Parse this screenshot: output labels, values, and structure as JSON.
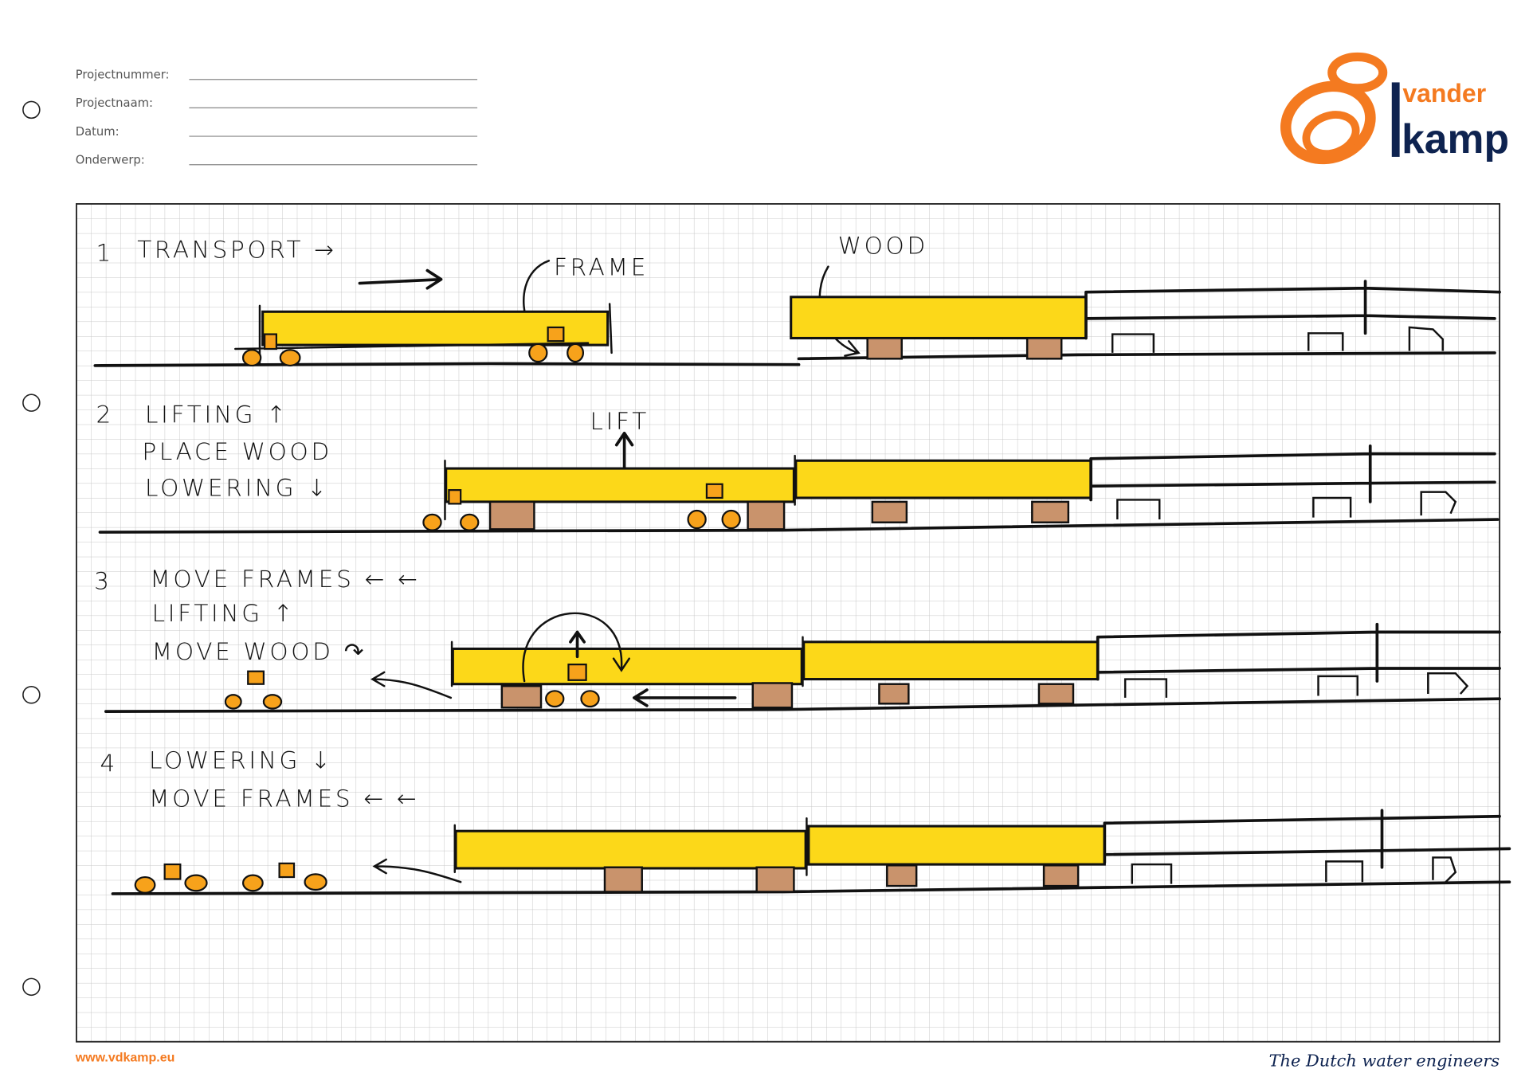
{
  "form": {
    "fields": [
      {
        "label": "Projectnummer:",
        "value": ""
      },
      {
        "label": "Projectnaam:",
        "value": ""
      },
      {
        "label": "Datum:",
        "value": ""
      },
      {
        "label": "Onderwerp:",
        "value": ""
      }
    ]
  },
  "logo": {
    "line1": "vander",
    "line2": "kamp",
    "orange": "#f47a20",
    "navy": "#0e2350"
  },
  "sketch": {
    "step1": {
      "number": "1",
      "title": "TRANSPORT →",
      "frame_label": "FRAME",
      "wood_label": "WOOD"
    },
    "step2": {
      "number": "2",
      "line1": "LIFTING ↑",
      "line2": "PLACE WOOD",
      "line3": "LOWERING ↓",
      "lift_label": "LIFT"
    },
    "step3": {
      "number": "3",
      "line1": "MOVE FRAMES ← ←",
      "line2": "LIFTING ↑",
      "line3": "MOVE WOOD ↷"
    },
    "step4": {
      "number": "4",
      "line1": "LOWERING ↓",
      "line2": "MOVE FRAMES ← ←"
    }
  },
  "colors": {
    "beam": "#fcd819",
    "wood": "#c9936c",
    "wheel": "#f7a21b",
    "grid": "#c8c8c8"
  },
  "footer": {
    "website": "www.vdkamp.eu",
    "tagline": "The Dutch water engineers"
  }
}
